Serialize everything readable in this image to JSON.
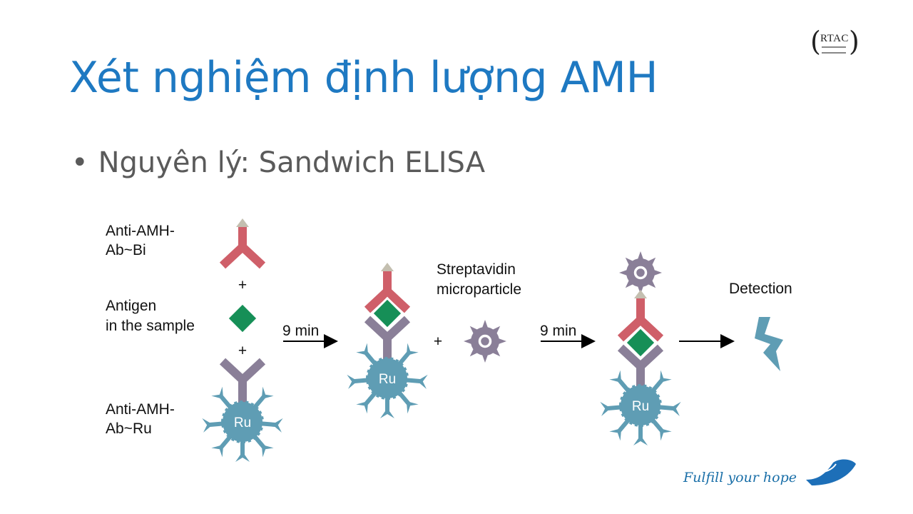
{
  "slide": {
    "title": "Xét nghiệm định lượng AMH",
    "bullet": "Nguyên lý: Sandwich ELISA",
    "logo_text": "RTAC",
    "tagline": "Fulfill your hope"
  },
  "diagram": {
    "label_ab_bi_1": "Anti-AMH-",
    "label_ab_bi_2": "Ab~Bi",
    "label_antigen_1": "Antigen",
    "label_antigen_2": "in the sample",
    "label_ab_ru_1": "Anti-AMH-",
    "label_ab_ru_2": "Ab~Ru",
    "label_strep_1": "Streptavidin",
    "label_strep_2": "microparticle",
    "label_detection": "Detection",
    "step1_time": "9 min",
    "step2_time": "9 min",
    "plus": "+",
    "ru": "Ru",
    "colors": {
      "red": "#cf5f69",
      "purple": "#8a7f98",
      "teal": "#5f9db4",
      "green": "#168f57",
      "biotin": "#c4bfb0"
    }
  }
}
